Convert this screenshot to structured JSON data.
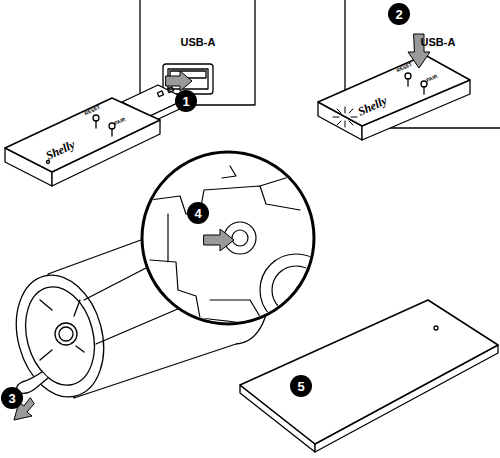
{
  "diagram": {
    "labels": [
      "USB-A",
      "RESET",
      "PAIR",
      "Shelly",
      "1",
      "USB-A",
      "RESET",
      "PAIR",
      "Shelly",
      "2",
      "4",
      "3",
      "5"
    ]
  }
}
